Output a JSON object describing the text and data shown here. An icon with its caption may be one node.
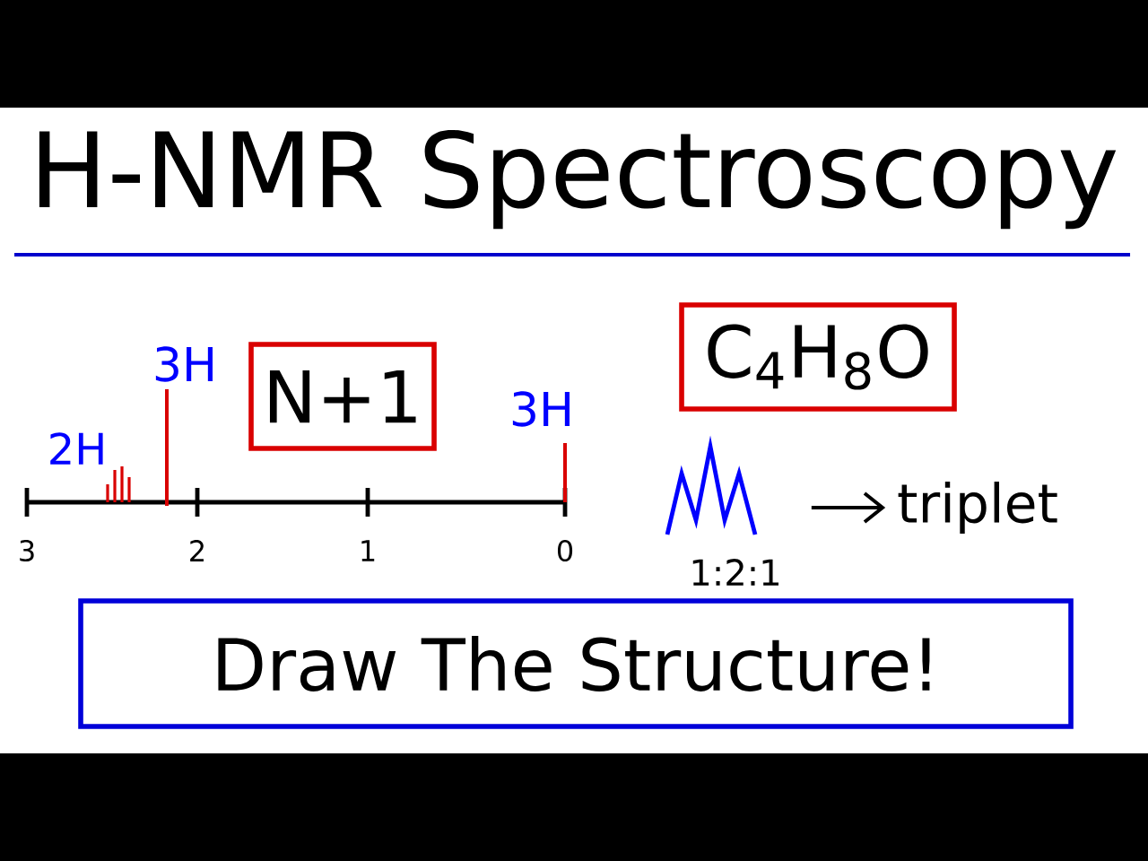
{
  "diagram": {
    "title": "H-NMR Spectroscopy",
    "nodes": [
      {
        "text": [
          "N+1"
        ]
      },
      {
        "text": [
          "C$_{4}$H$_{8}$O"
        ]
      },
      {
        "text": [],
        "shape": "picture",
        "beside": [
          "1:2:1"
        ]
      },
      {
        "text": [
          "triplet"
        ]
      },
      {
        "text": [
          "Draw The Structure!"
        ]
      }
    ],
    "edges": [
      {
        "from": 2,
        "to": 3,
        "arrow": "to"
      }
    ],
    "labels": [
      "3H",
      "2H",
      "3H",
      "3",
      "2",
      "1",
      "0"
    ]
  }
}
